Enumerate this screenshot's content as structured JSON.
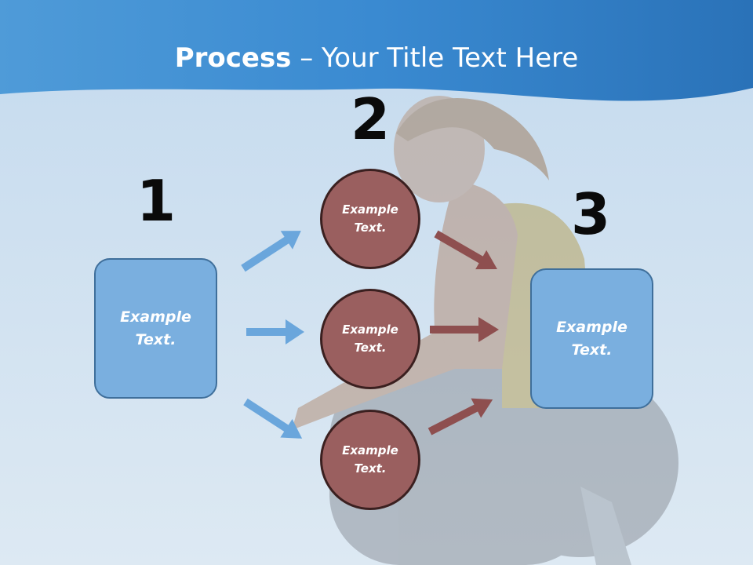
{
  "slide": {
    "title_bold": "Process",
    "title_rest": " – Your Title Text Here"
  },
  "steps": {
    "step1_number": "1",
    "step2_number": "2",
    "step3_number": "3"
  },
  "nodes": {
    "left_box": "Example\nText.",
    "circle_top": "Example\nText.",
    "circle_middle": "Example\nText.",
    "circle_bottom": "Example\nText.",
    "right_box": "Example\nText."
  },
  "colors": {
    "header_blue": "#2d7fc6",
    "box_fill": "#7aafdf",
    "circle_fill": "#9a5f5f",
    "arrow_blue": "#6aa6dc",
    "arrow_red": "#8e4f4f"
  }
}
